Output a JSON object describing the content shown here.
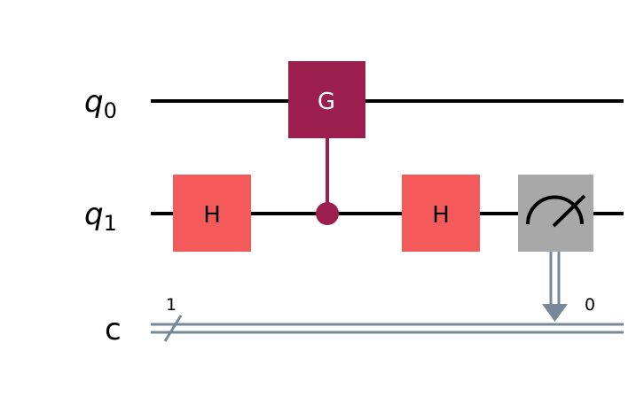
{
  "circuit": {
    "qubits": [
      {
        "name": "q",
        "index": "0"
      },
      {
        "name": "q",
        "index": "1"
      }
    ],
    "classical_register": {
      "name": "c",
      "size": "1"
    },
    "gates": [
      {
        "label": "H",
        "qubit": 1,
        "color": "#f55a5a",
        "text_color": "#000000"
      },
      {
        "label": "G",
        "target": 0,
        "control": 1,
        "color": "#9b1e4f",
        "text_color": "#ffffff"
      },
      {
        "label": "H",
        "qubit": 1,
        "color": "#f55a5a",
        "text_color": "#000000"
      },
      {
        "label": "measure",
        "qubit": 1,
        "clbit_index": "0",
        "color": "#a8a8a8"
      }
    ],
    "colors": {
      "quantum_wire": "#000000",
      "classical_wire": "#778899",
      "control": "#9b1e4f"
    }
  }
}
